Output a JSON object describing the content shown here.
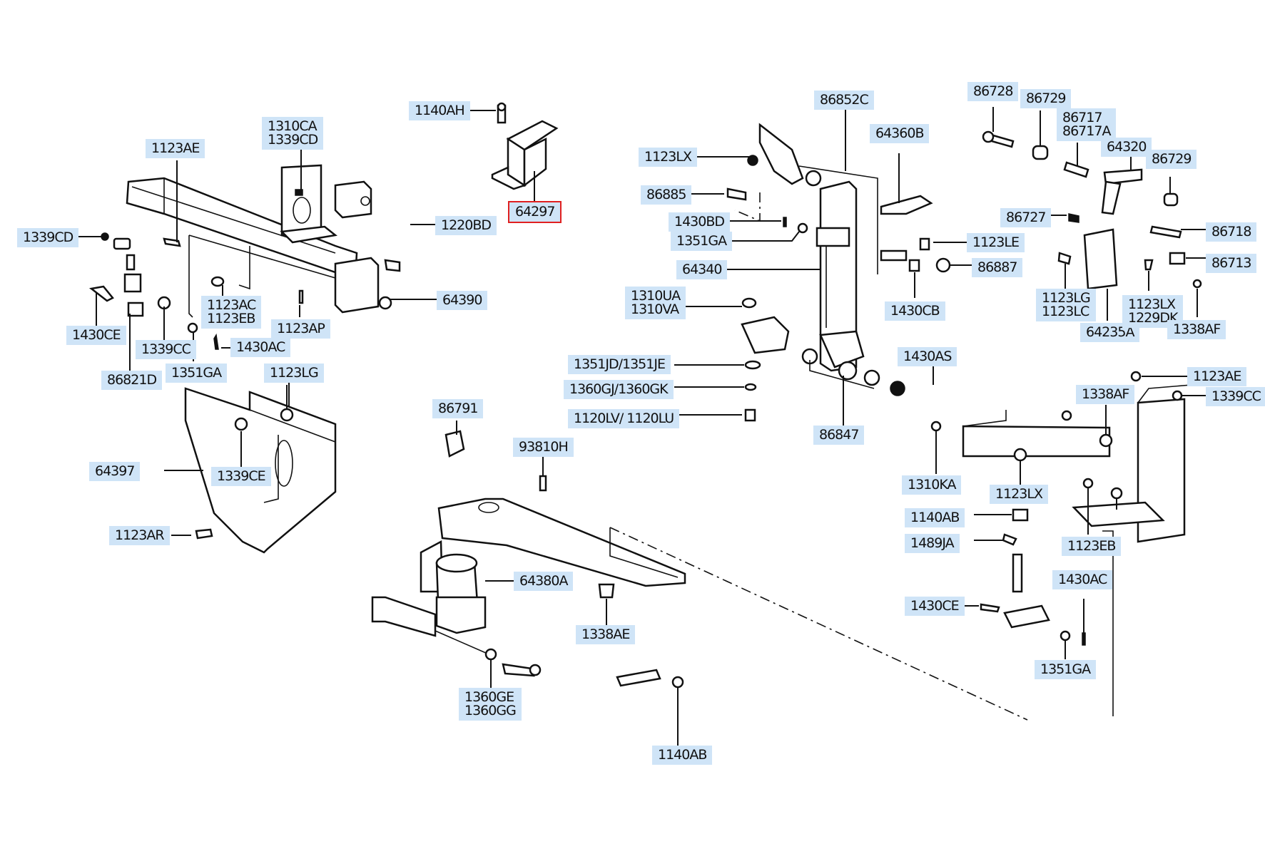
{
  "diagram": {
    "type": "exploded-parts-diagram",
    "selected_part": "64297",
    "highlight_color": "#e02020",
    "label_background": "#cfe4f7",
    "labels": {
      "l1140AH": "1140AH",
      "l64297": "64297",
      "l1310CA": "1310CA",
      "l1339CD_top": "1339CD",
      "l1123AE_left": "1123AE",
      "l1339CD_left": "1339CD",
      "l1220BD": "1220BD",
      "l64390": "64390",
      "l1123AC": "1123AC",
      "l1123EB_left": "1123EB",
      "l1123AP": "1123AP",
      "l1430CE_left": "1430CE",
      "l1339CC_left": "1339CC",
      "l1430AC_left": "1430AC",
      "l86821D": "86821D",
      "l1351GA_left": "1351GA",
      "l1123LG_left": "1123LG",
      "l64397": "64397",
      "l1339CE": "1339CE",
      "l1123AR": "1123AR",
      "l86791": "86791",
      "l93810H": "93810H",
      "l64380A": "64380A",
      "l1338AE": "1338AE",
      "l1360GE": "1360GE",
      "l1360GG": "1360GG",
      "l1140AB_bottom": "1140AB",
      "l86852C": "86852C",
      "l1123LX_mid": "1123LX",
      "l86885": "86885",
      "l1430BD": "1430BD",
      "l1351GA_mid": "1351GA",
      "l64340": "64340",
      "l1310UA": "1310UA",
      "l1310VA": "1310VA",
      "l1351JD": "1351JD/1351JE",
      "l1360GJ": "1360GJ/1360GK",
      "l1120LV": "1120LV/ 1120LU",
      "l86847": "86847",
      "l64360B": "64360B",
      "l1123LE": "1123LE",
      "l86887": "86887",
      "l1430CB": "1430CB",
      "l1430AS": "1430AS",
      "l1310KA": "1310KA",
      "l86728": "86728",
      "l86729_a": "86729",
      "l86717": "86717",
      "l86717A": "86717A",
      "l64320": "64320",
      "l86729_b": "86729",
      "l86727": "86727",
      "l86718": "86718",
      "l86713": "86713",
      "l1123LG_right": "1123LG",
      "l1123LC": "1123LC",
      "l64235A": "64235A",
      "l1123LX_right_top": "1123LX",
      "l1229DK": "1229DK",
      "l1338AF_right": "1338AF",
      "l1123AE_right": "1123AE",
      "l1338AF_mid": "1338AF",
      "l1339CC_right": "1339CC",
      "l1123LX_lower": "1123LX",
      "l1140AB_right": "1140AB",
      "l1489JA": "1489JA",
      "l1123EB_right": "1123EB",
      "l1430AC_right": "1430AC",
      "l1430CE_right": "1430CE",
      "l1351GA_right": "1351GA"
    }
  }
}
